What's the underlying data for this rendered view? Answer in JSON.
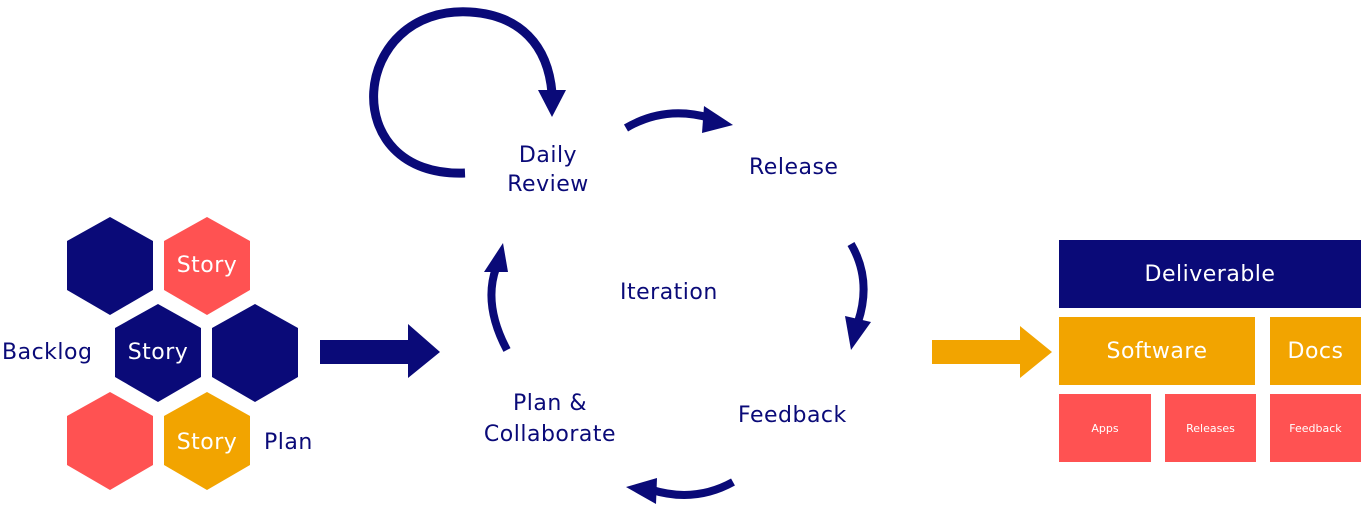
{
  "colors": {
    "navy": "#0a0a78",
    "coral": "#ff5252",
    "orange": "#f2a400",
    "white": "#ffffff"
  },
  "backlog": {
    "label": "Backlog",
    "plan_label": "Plan",
    "story_label": "Story"
  },
  "cycle": {
    "center": "Iteration",
    "daily_review": [
      "Daily",
      "Review"
    ],
    "release": "Release",
    "feedback": "Feedback",
    "plan_collaborate": [
      "Plan &",
      "Collaborate"
    ]
  },
  "deliverable": {
    "title": "Deliverable",
    "software": "Software",
    "docs": "Docs",
    "apps": "Apps",
    "releases": "Releases",
    "feedback": "Feedback"
  }
}
